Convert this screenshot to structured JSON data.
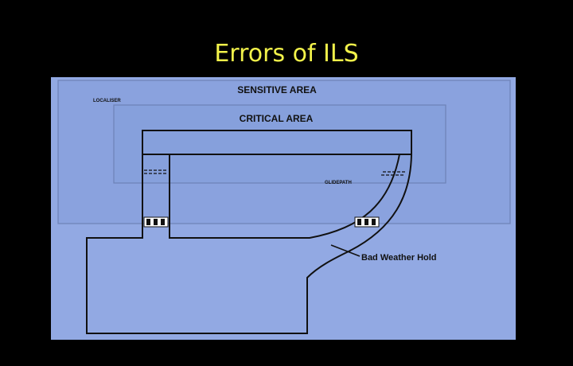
{
  "slide": {
    "title": "Errors of ILS"
  },
  "diagram": {
    "labels": {
      "sensitive_area": "SENSITIVE AREA",
      "critical_area": "CRITICAL AREA",
      "localiser": "LOCALISER",
      "glidepath": "GLIDEPATH",
      "bad_weather_hold": "Bad Weather Hold"
    },
    "colors": {
      "background": "#000000",
      "title": "#f2f24a",
      "panel": "#92a9e3",
      "sensitive_area_fill": "#8aa2de",
      "critical_area_fill": "#86a0dc",
      "lines": "#111111"
    }
  }
}
